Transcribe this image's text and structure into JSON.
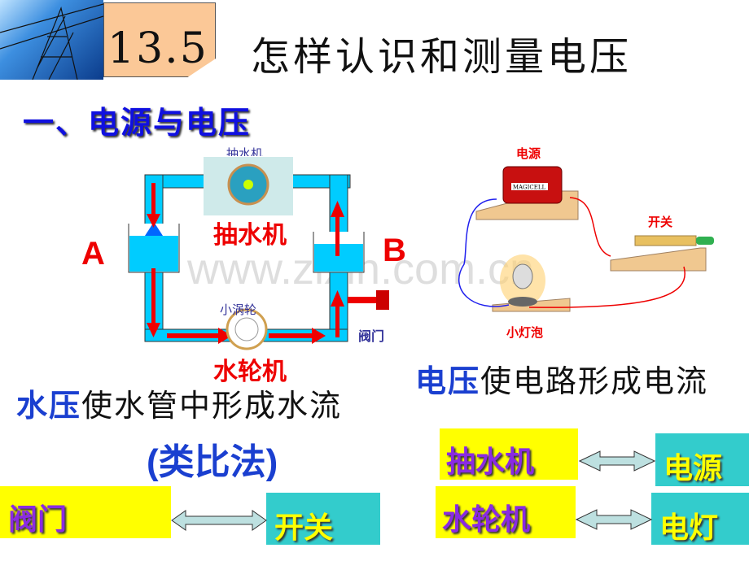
{
  "header": {
    "section_number": "13.5",
    "title": "怎样认识和测量电压"
  },
  "section_heading": "一、电源与电压",
  "water_diagram": {
    "label_a": "A",
    "label_b": "B",
    "pump_caption_small": "抽水机",
    "pump_label": "抽水机",
    "turbine_caption_small": "小涡轮",
    "turbine_label": "水轮机",
    "valve_label": "阀门"
  },
  "circuit_diagram": {
    "source_label": "电源",
    "switch_label": "开关",
    "bulb_label": "小灯泡",
    "battery_brand": "MAGICELL"
  },
  "water_sentence": {
    "highlight": "水压",
    "rest": "使水管中形成水流"
  },
  "circuit_sentence": {
    "highlight": "电压",
    "rest": "使电路形成电流"
  },
  "method": "(类比法)",
  "analogies": [
    {
      "water": "阀门",
      "electric": "开关"
    },
    {
      "water": "抽水机",
      "electric": "电源"
    },
    {
      "water": "水轮机",
      "electric": "电灯"
    }
  ],
  "watermark": "www.zixin.com.cn",
  "colors": {
    "accent_blue": "#1a3fd0",
    "red": "#ee0000",
    "yellow": "#ffff00",
    "cyan": "#33cccc",
    "water": "#00ccff"
  }
}
